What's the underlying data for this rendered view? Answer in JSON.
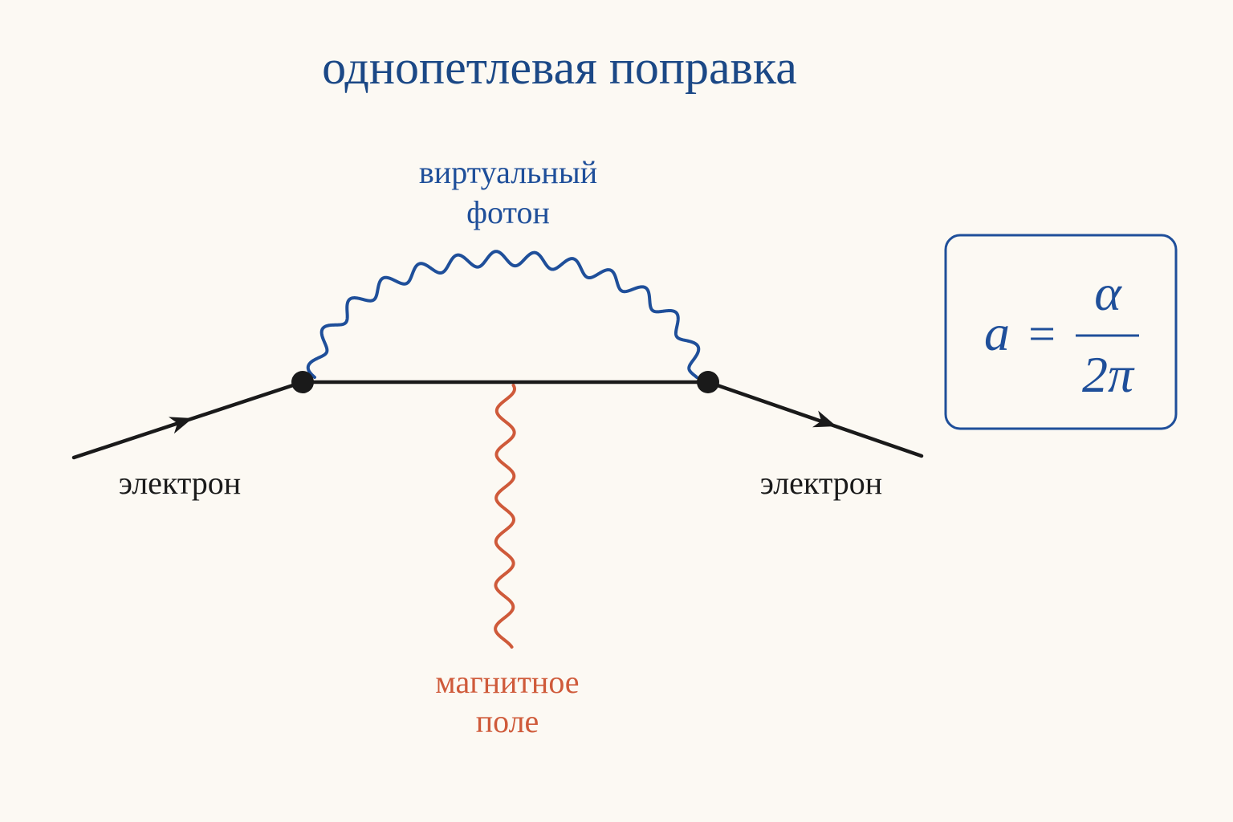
{
  "title": "однопетлевая поправка",
  "labels": {
    "virtual_photon": [
      "виртуальный",
      "фотон"
    ],
    "magnetic_field": [
      "магнитное",
      "поле"
    ],
    "electron_in": "электрон",
    "electron_out": "электрон"
  },
  "formula": {
    "lhs": "a",
    "equals": "=",
    "numerator": "α",
    "denominator": "2π"
  },
  "colors": {
    "background": "#fcf9f3",
    "title": "#1b4886",
    "photon": "#1f4f9a",
    "electron": "#1a1a1a",
    "field": "#cf5a3a",
    "formula": "#1f4f9a"
  }
}
